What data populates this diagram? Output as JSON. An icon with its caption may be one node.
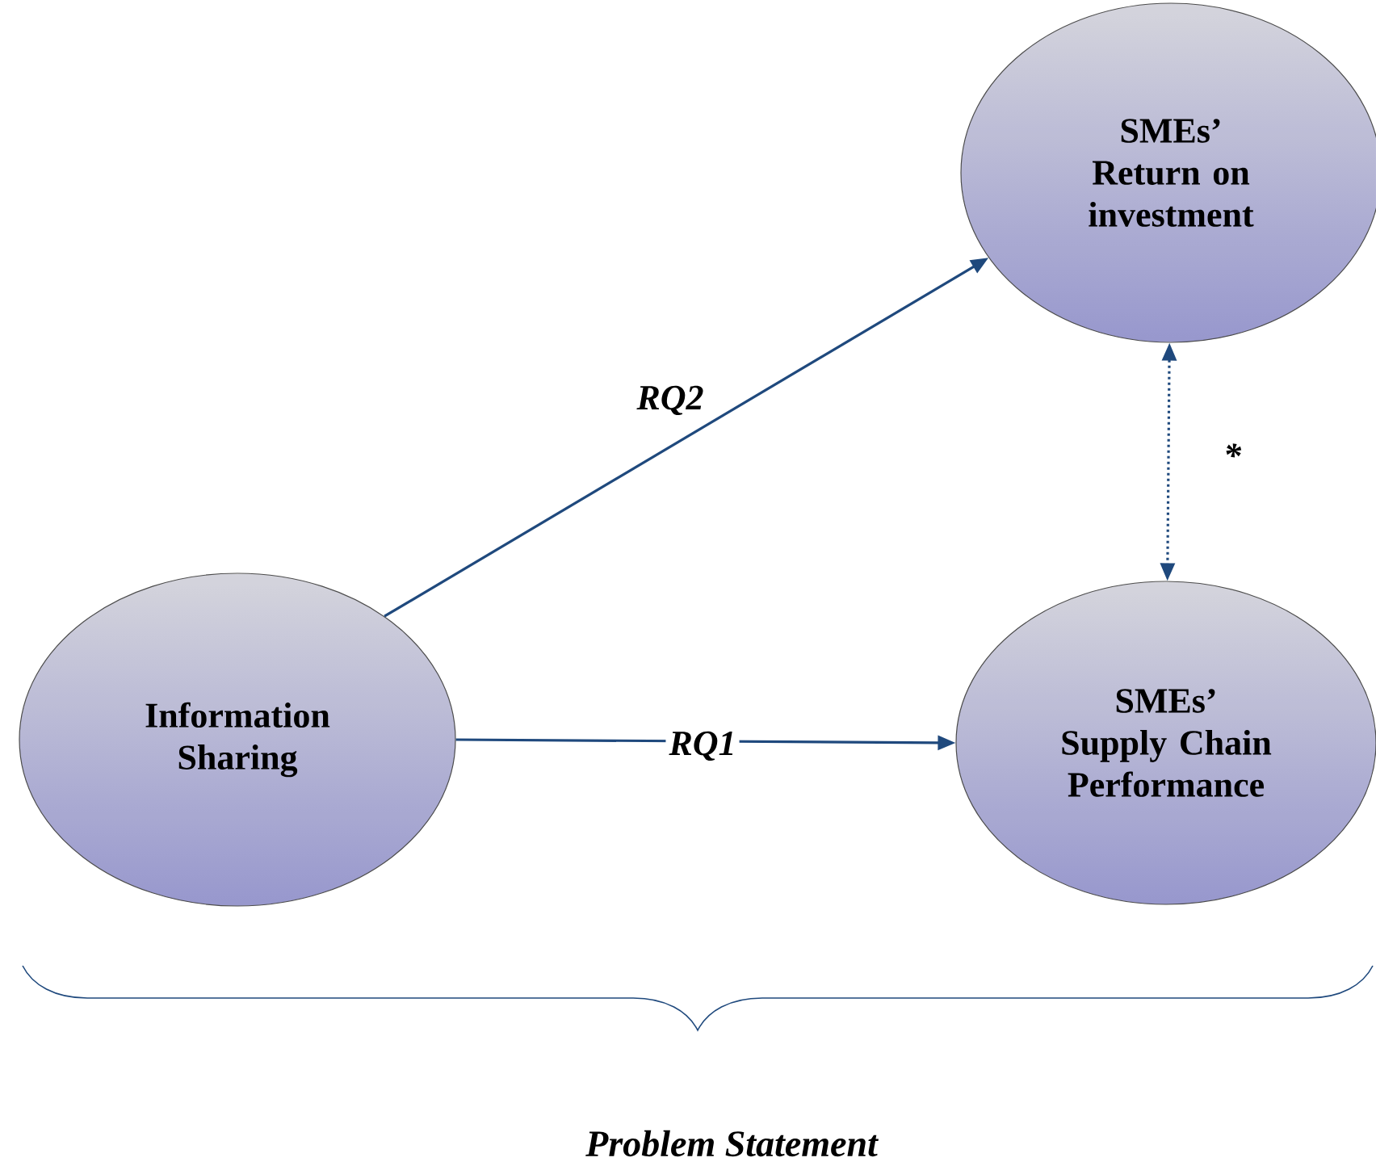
{
  "diagram": {
    "nodes": [
      {
        "text": [
          "Information Sharing"
        ]
      },
      {
        "text": [
          "SMEs’ Return on investment"
        ]
      },
      {
        "text": [
          "SMEs’ Supply Chain Performance"
        ]
      }
    ],
    "edges": [
      {
        "from": 0,
        "to": 1,
        "arrow": "to",
        "label": "RQ2"
      },
      {
        "from": 0,
        "to": 2,
        "arrow": "to",
        "label": "RQ1"
      },
      {
        "from": 1,
        "to": 2,
        "arrow": "both",
        "style": "dashed",
        "label": "*"
      }
    ],
    "labels": [
      "Problem Statement"
    ]
  }
}
